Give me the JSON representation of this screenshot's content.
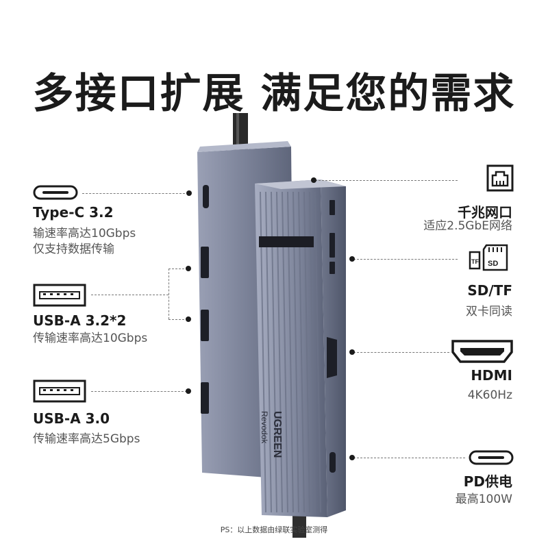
{
  "headline": "多接口扩展 满足您的需求",
  "left_features": [
    {
      "title": "Type-C 3.2",
      "lines": [
        "输速率高达10Gbps",
        "仅支持数据传输"
      ],
      "icon": "usb-c-port-icon"
    },
    {
      "title": "USB-A 3.2*2",
      "lines": [
        "传输速率高达10Gbps"
      ],
      "icon": "usb-a-port-icon"
    },
    {
      "title": "USB-A 3.0",
      "lines": [
        "传输速率高达5Gbps"
      ],
      "icon": "usb-a-port-icon"
    }
  ],
  "right_features": [
    {
      "title": "千兆网口",
      "lines": [
        "适应2.5GbE网络"
      ],
      "icon": "ethernet-port-icon"
    },
    {
      "title": "SD/TF",
      "lines": [
        "双卡同读"
      ],
      "icon": "sd-tf-card-icon"
    },
    {
      "title": "HDMI",
      "lines": [
        "4K60Hz"
      ],
      "icon": "hdmi-port-icon"
    },
    {
      "title": "PD供电",
      "lines": [
        "最高100W"
      ],
      "icon": "usb-c-port-icon"
    }
  ],
  "icon_text": {
    "sd": "SD",
    "tf": "TF"
  },
  "product": {
    "brand": "UGREEN",
    "model": "Revodok"
  },
  "footnote": "PS：以上数据由绿联实验室测得",
  "colors": {
    "body": "#7c8399",
    "dark": "#1b1b1b",
    "leader": "#777777"
  }
}
